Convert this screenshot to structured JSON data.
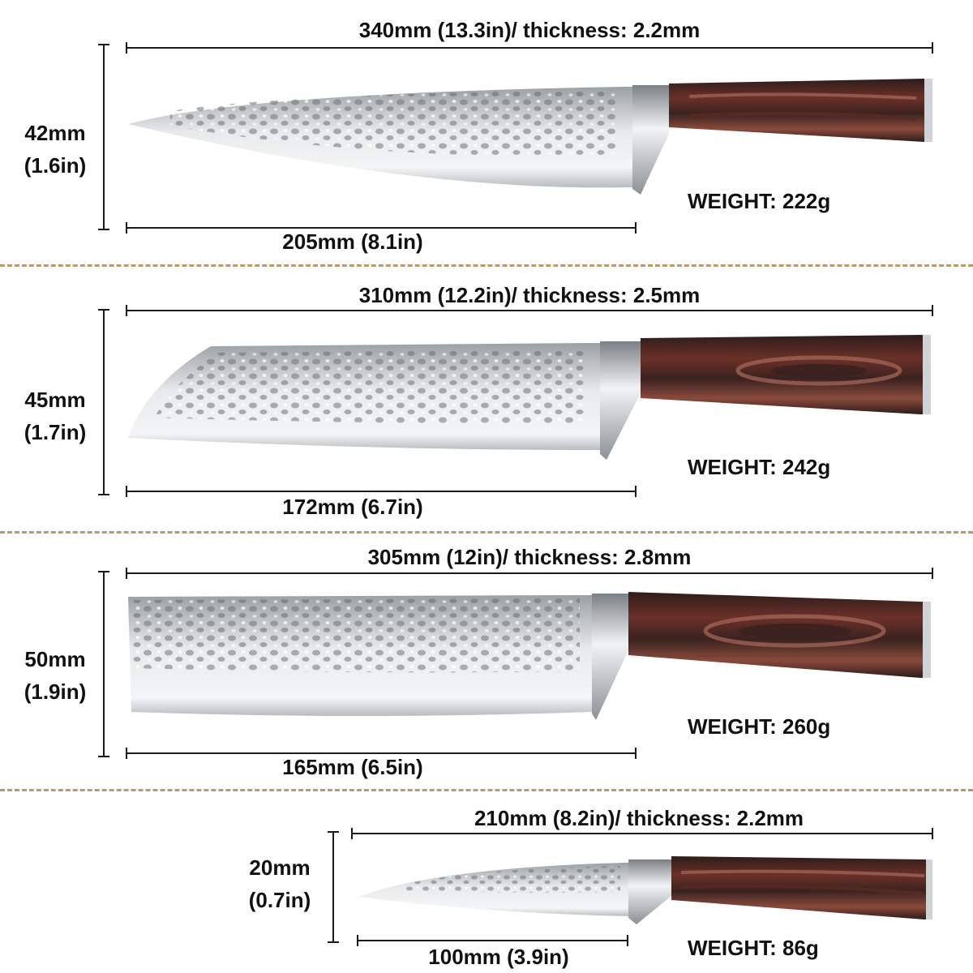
{
  "colors": {
    "steel_light": "#eef0f1",
    "steel_mid": "#c4c8cb",
    "steel_dark": "#8c9195",
    "wood_dark": "#3e2724",
    "wood_red": "#7c3a30",
    "wood_light": "#a8695a",
    "divider": "#b89a72"
  },
  "knives": [
    {
      "length_label": "340mm (13.3in)/ thickness: 2.2mm",
      "height_mm": "42mm",
      "height_in": "(1.6in)",
      "blade_label": "205mm (8.1in)",
      "weight_label": "WEIGHT: 222g"
    },
    {
      "length_label": "310mm (12.2in)/ thickness: 2.5mm",
      "height_mm": "45mm",
      "height_in": "(1.7in)",
      "blade_label": "172mm (6.7in)",
      "weight_label": "WEIGHT: 242g"
    },
    {
      "length_label": "305mm (12in)/ thickness: 2.8mm",
      "height_mm": "50mm",
      "height_in": "(1.9in)",
      "blade_label": "165mm (6.5in)",
      "weight_label": "WEIGHT: 260g"
    },
    {
      "length_label": "210mm (8.2in)/ thickness: 2.2mm",
      "height_mm": "20mm",
      "height_in": "(0.7in)",
      "blade_label": "100mm (3.9in)",
      "weight_label": "WEIGHT: 86g"
    }
  ]
}
